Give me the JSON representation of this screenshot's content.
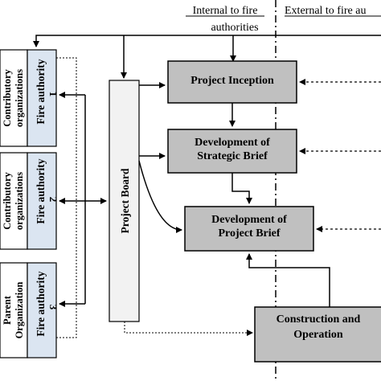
{
  "header": {
    "internal_line1": "Internal to fire",
    "internal_line2": "authorities",
    "external": "External to fire au"
  },
  "organizations": [
    {
      "type_line1": "Contributory",
      "type_line2": "organizations",
      "authority": "Fire authority",
      "number": "1"
    },
    {
      "type_line1": "Contributory",
      "type_line2": "organizations",
      "authority": "Fire authority",
      "number": "2"
    },
    {
      "type_line1": "Parent",
      "type_line2": "Organization",
      "authority": "Fire authority",
      "number": "3"
    }
  ],
  "project_board": "Project Board",
  "stages": {
    "inception": "Project Inception",
    "strategic_line1": "Development of",
    "strategic_line2": "Strategic Brief",
    "project_line1": "Development of",
    "project_line2": "Project Brief",
    "construction_line1": "Construction and",
    "construction_line2": "Operation"
  },
  "colors": {
    "stage_fill": "#c0c0c0",
    "authority_fill": "#dbe5f1",
    "board_fill": "#f2f2f2"
  }
}
